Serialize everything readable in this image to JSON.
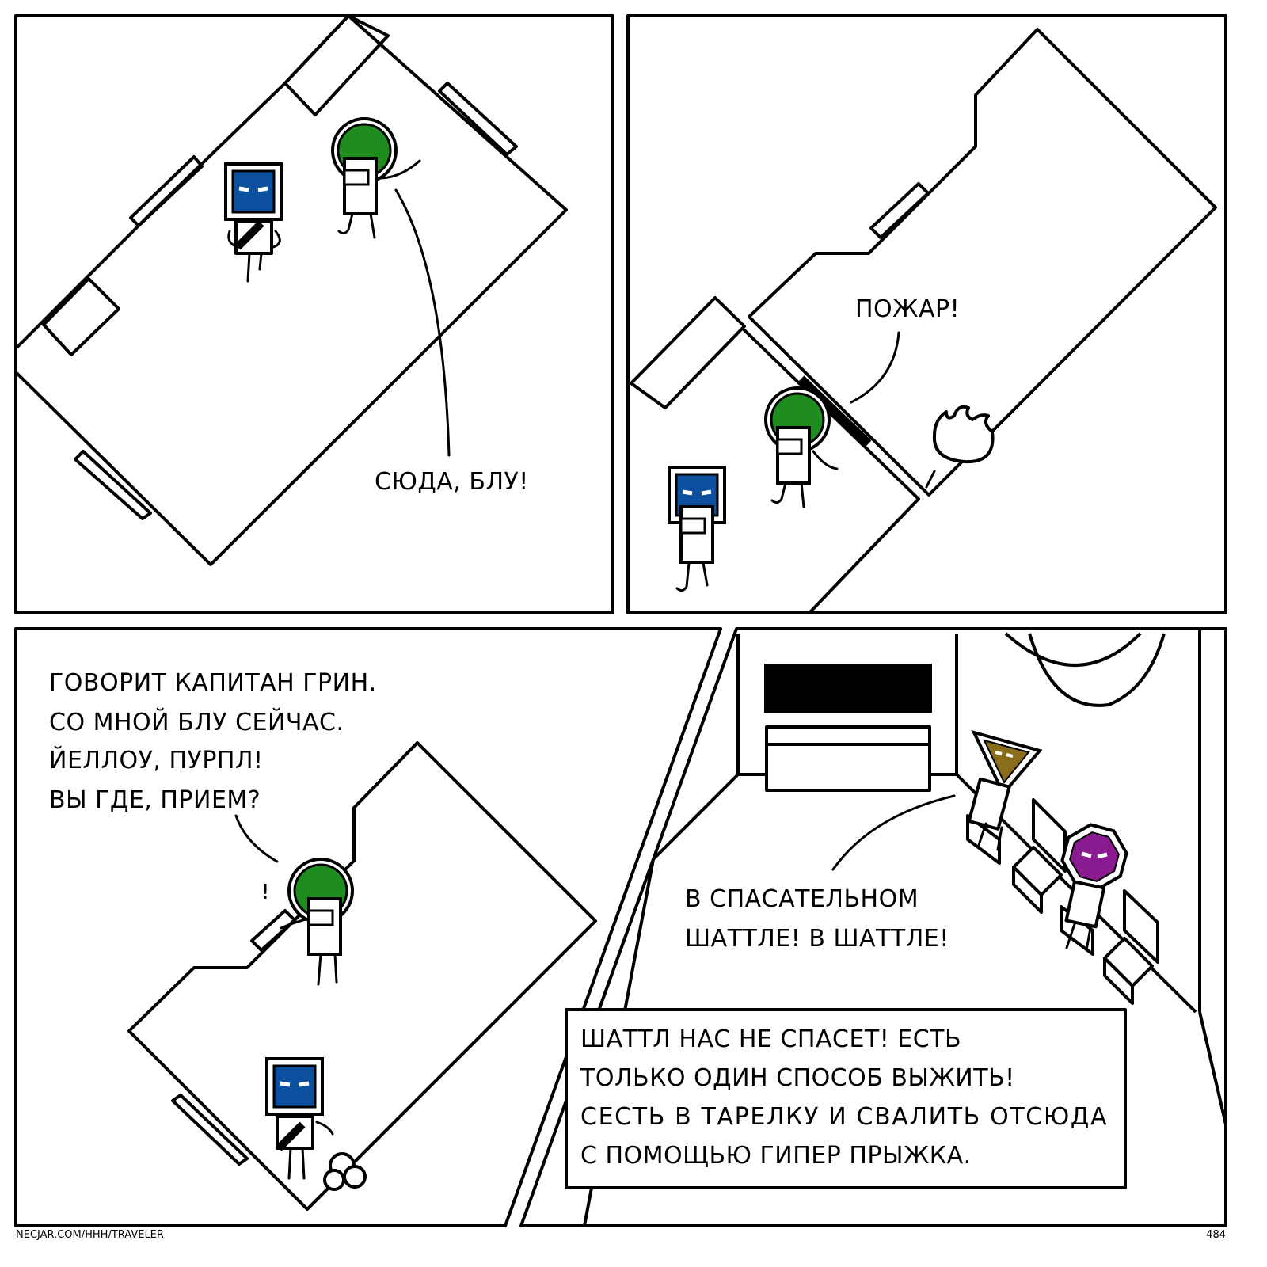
{
  "panels": [
    {
      "speech": [
        "СЮДА, БЛУ!"
      ]
    },
    {
      "speech": [
        "ПОЖАР!"
      ]
    },
    {
      "speech": [
        "ГОВОРИТ КАПИТАН ГРИН.",
        "СО МНОЙ БЛУ СЕЙЧАС.",
        "ЙЕЛЛОУ, ПУРПЛ!",
        "ВЫ ГДЕ, ПРИЕМ?"
      ]
    },
    {
      "speech": [
        "В СПАСАТЕЛЬНОМ",
        "ШАТТЛЕ! В ШАТТЛЕ!"
      ],
      "caption": [
        "ШАТТЛ НАС НЕ СПАСЕТ! ЕСТЬ",
        "ТОЛЬКО ОДИН СПОСОБ ВЫЖИТЬ!",
        "СЕСТЬ В ТАРЕЛКУ И СВАЛИТЬ ОТСЮДА",
        "С ПОМОЩЬЮ ГИПЕР ПРЫЖКА."
      ]
    }
  ],
  "footer": {
    "url": "NECJAR.COM/HHH/TRAVELER",
    "page_number": "484"
  },
  "colors": {
    "green": "#1f8c1f",
    "blue": "#0b4f9e",
    "yellow": "#8a6d1a",
    "purple": "#8a1a8f"
  }
}
